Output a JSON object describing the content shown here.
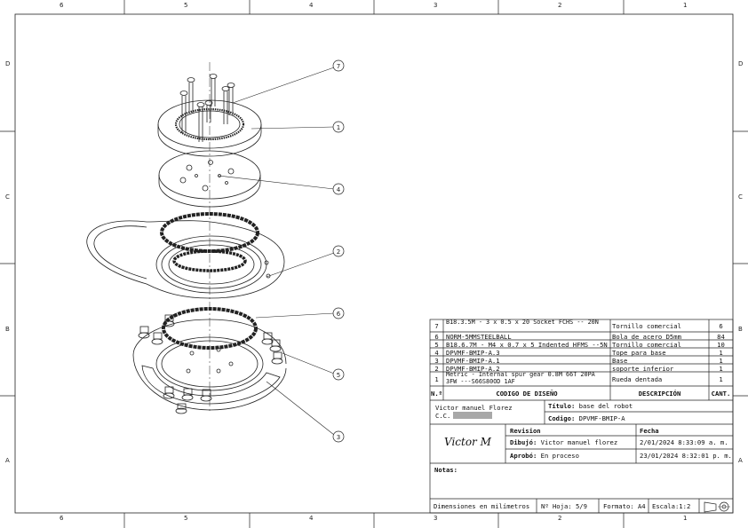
{
  "zones": {
    "top": [
      "6",
      "5",
      "4",
      "3",
      "2",
      "1"
    ],
    "bottom": [
      "6",
      "5",
      "4",
      "3",
      "2",
      "1"
    ],
    "left": [
      "D",
      "C",
      "B",
      "A"
    ],
    "right": [
      "D",
      "C",
      "B",
      "A"
    ]
  },
  "balloons": [
    "7",
    "1",
    "4",
    "2",
    "6",
    "5",
    "3"
  ],
  "bom": {
    "rows": [
      {
        "n": "7",
        "code": "B18.3.5M - 3 x 0.5 x 20 Socket FCHS -- 20N",
        "desc": "Tornillo comercial",
        "qty": "6"
      },
      {
        "n": "6",
        "code": "NORM-5MMSTEELBALL",
        "desc": "Bola de acero D5mm",
        "qty": "84"
      },
      {
        "n": "5",
        "code": "B18.6.7M - M4 x 0.7 x 5 Indented HFMS --5N",
        "desc": "Tornillo comercial",
        "qty": "10"
      },
      {
        "n": "4",
        "code": "DPVMF-BMIP-A.3",
        "desc": "Tope para base",
        "qty": "1"
      },
      {
        "n": "3",
        "code": "DPVMF-BMIP-A.1",
        "desc": "Base",
        "qty": "1"
      },
      {
        "n": "2",
        "code": "DPVMF-BMIP-A.2",
        "desc": "soporte inferior",
        "qty": "1"
      },
      {
        "n": "1",
        "code": "Metric - Internal spur gear 0.8M 66T 20PA 3FW ---S66S80OD 1AF",
        "desc": "Rueda dentada",
        "qty": "1"
      }
    ],
    "header": {
      "n": "N.º",
      "code": "CODIGO DE DISEÑO",
      "desc": "DESCRIPCIÓN",
      "qty": "CANT."
    }
  },
  "title_block": {
    "author": "Victor manuel Florez",
    "cc_label": "C.C.",
    "titulo_label": "Título:",
    "titulo": "base del robot",
    "codigo_label": "Codigo:",
    "codigo": "DPVMF-BMIP-A",
    "revision_label": "Revision",
    "fecha_label": "Fecha",
    "signature": "Victor M",
    "dibujo_label": "Dibujó:",
    "dibujo": "Victor manuel florez",
    "dibujo_fecha": "2/01/2024 8:33:09 a. m.",
    "aprobo_label": "Aprobó:",
    "aprobo": "En proceso",
    "aprobo_fecha": "23/01/2024 8:32:01 p. m.",
    "notas_label": "Notas:",
    "dimensiones": "Dimensiones en milímetros",
    "hoja_label": "Nº Hoja:",
    "hoja": "5/9",
    "formato_label": "Formato:",
    "formato": "A4",
    "escala_label": "Escala:",
    "escala": "1:2"
  }
}
